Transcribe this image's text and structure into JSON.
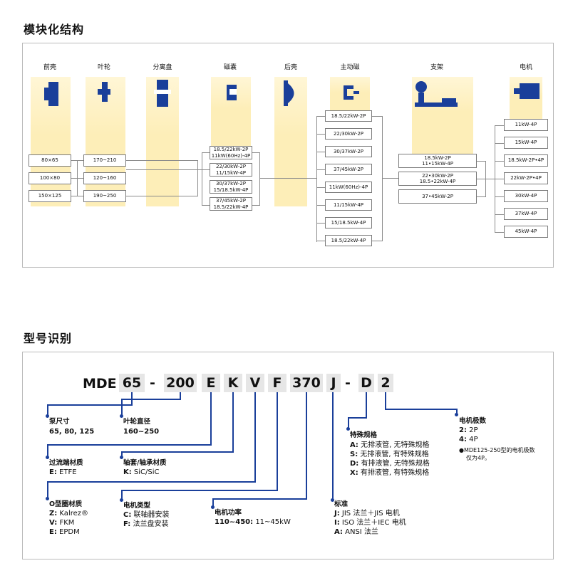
{
  "section1": {
    "title": "模块化结构"
  },
  "categories": [
    "前壳",
    "叶轮",
    "分离盘",
    "磁囊",
    "后壳",
    "主动磁",
    "支架",
    "电机"
  ],
  "front_casing": [
    "80×65",
    "100×80",
    "150×125"
  ],
  "impeller": [
    "170~210",
    "120~160",
    "190~250"
  ],
  "capsule": [
    {
      "l1": "18.5/22kW-2P",
      "l2": "11kW(60Hz)-4P"
    },
    {
      "l1": "22/30kW-2P",
      "l2": "11/15kW-4P"
    },
    {
      "l1": "30/37kW-2P",
      "l2": "15/18.5kW-4P"
    },
    {
      "l1": "37/45kW-2P",
      "l2": "18.5/22kW-4P"
    }
  ],
  "drive_magnet": [
    "18.5/22kW-2P",
    "22/30kW-2P",
    "30/37kW-2P",
    "37/45kW-2P",
    "11kW(60Hz)-4P",
    "11/15kW-4P",
    "15/18.5kW-4P",
    "18.5/22kW-4P"
  ],
  "bracket": [
    {
      "l1": "18.5kW-2P",
      "l2": "11•15kW-4P"
    },
    {
      "l1": "22•30kW-2P",
      "l2": "18.5•22kW-4P"
    },
    {
      "l1": "37•45kW-2P",
      "l2": ""
    }
  ],
  "motor": [
    "11kW-4P",
    "15kW-4P",
    "18.5kW-2P•4P",
    "22kW-2P•4P",
    "30kW-4P",
    "37kW-4P",
    "45kW-4P"
  ],
  "section2": {
    "title": "型号识别"
  },
  "model": {
    "prefix": "MDE",
    "codes": [
      "65",
      "-",
      "200",
      "E",
      "K",
      "V",
      "F",
      "370",
      "J",
      "-",
      "D",
      "2"
    ]
  },
  "fields": {
    "pump_size": {
      "title": "泵尺寸",
      "value": "65, 80, 125"
    },
    "impeller_dia": {
      "title": "叶轮直径",
      "value": "160~250"
    },
    "wetted": {
      "title": "过流端材质",
      "lines": [
        {
          "k": "E:",
          "v": " ETFE"
        }
      ]
    },
    "bearing": {
      "title": "轴套/轴承材质",
      "lines": [
        {
          "k": "K:",
          "v": " SiC/SiC"
        }
      ]
    },
    "oring": {
      "title": "O型圈材质",
      "lines": [
        {
          "k": "Z:",
          "v": " Kalrez®"
        },
        {
          "k": "V:",
          "v": " FKM"
        },
        {
          "k": "E:",
          "v": " EPDM"
        }
      ]
    },
    "motor_type": {
      "title": "电机类型",
      "lines": [
        {
          "k": "C:",
          "v": " 联轴器安装"
        },
        {
          "k": "F:",
          "v": " 法兰盘安装"
        }
      ]
    },
    "motor_power": {
      "title": "电机功率",
      "lines": [
        {
          "k": "110~450:",
          "v": " 11~45kW"
        }
      ]
    },
    "standard": {
      "title": "标准",
      "lines": [
        {
          "k": "J:",
          "v": " JIS 法兰＋JIS 电机"
        },
        {
          "k": "I:",
          "v": " ISO 法兰＋IEC 电机"
        },
        {
          "k": "A:",
          "v": " ANSI 法兰"
        }
      ]
    },
    "special": {
      "title": "特殊规格",
      "lines": [
        {
          "k": "A:",
          "v": " 无排液管, 无特殊规格"
        },
        {
          "k": "S:",
          "v": " 无排液管, 有特殊规格"
        },
        {
          "k": "D:",
          "v": " 有排液管, 无特殊规格"
        },
        {
          "k": "X:",
          "v": " 有排液管, 有特殊规格"
        }
      ]
    },
    "poles": {
      "title": "电机极数",
      "lines": [
        {
          "k": "2:",
          "v": " 2P"
        },
        {
          "k": "4:",
          "v": " 4P"
        }
      ],
      "note1": "●MDE125-250型的电机极数",
      "note2": "仅为4P。"
    }
  },
  "colors": {
    "accent": "#1a3f9a",
    "band": "#fdeeb8",
    "code_bg": "#e6e6e6"
  }
}
